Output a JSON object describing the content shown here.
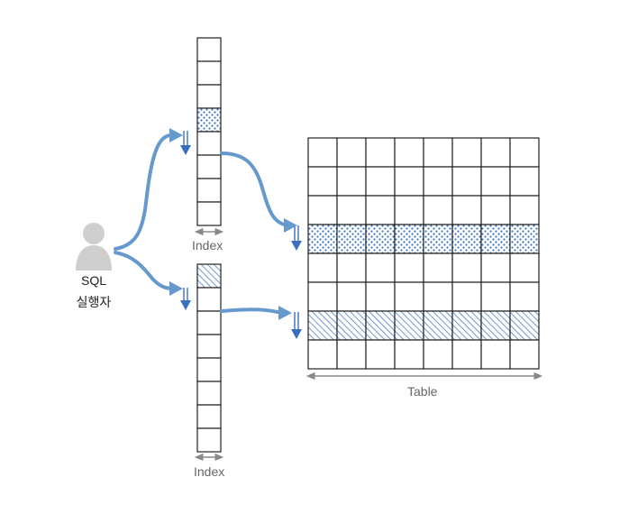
{
  "diagram": {
    "actor": {
      "line1": "SQL",
      "line2": "실행자",
      "icon": "user-icon"
    },
    "index_top": {
      "label": "Index",
      "rows": 8,
      "highlighted_row": 4,
      "pattern": "dots"
    },
    "index_bottom": {
      "label": "Index",
      "rows": 8,
      "highlighted_row": 1,
      "pattern": "hatch"
    },
    "table": {
      "label": "Table",
      "rows": 8,
      "cols": 8,
      "dotted_row": 4,
      "hatched_row": 7
    },
    "colors": {
      "arrow": "#6699cc",
      "pattern_dots": "#3b74c4",
      "pattern_hatch": "#4f7fc8",
      "grid": "#222222",
      "dimension": "#888888",
      "user": "#cfcfcf"
    }
  }
}
